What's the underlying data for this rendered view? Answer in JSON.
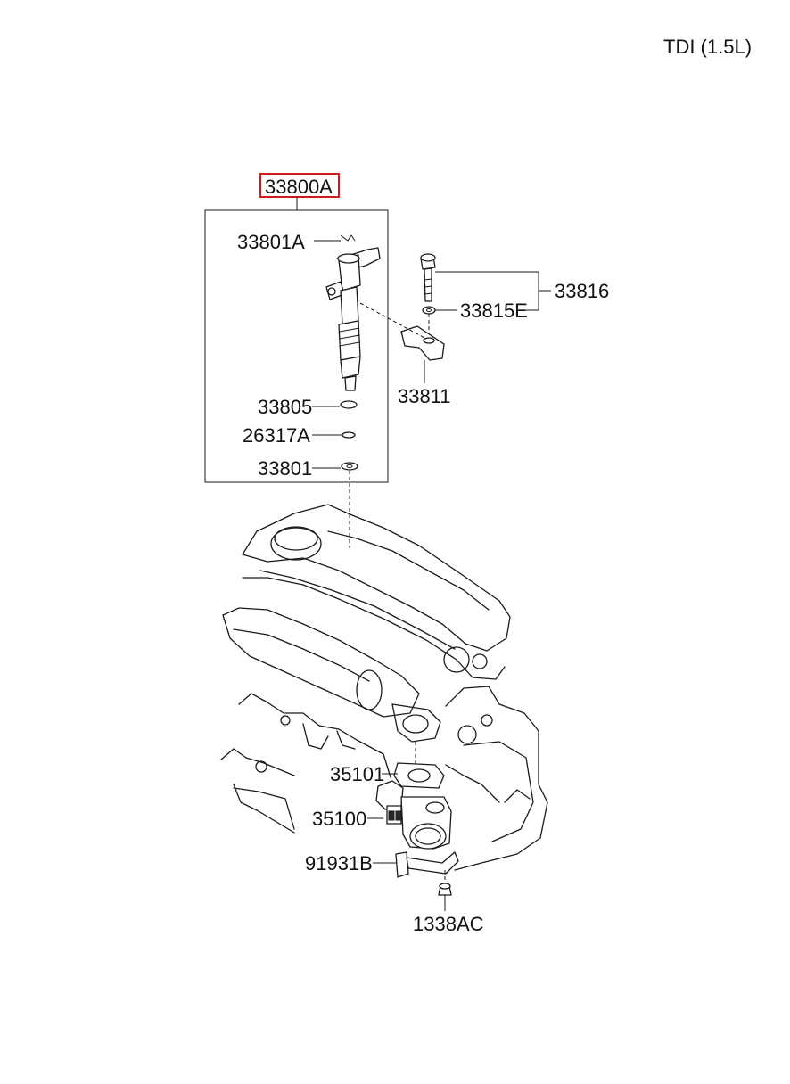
{
  "header": {
    "engine_label": "TDI (1.5L)"
  },
  "highlight_color": "#d11a1a",
  "assembly": {
    "part_number": "33800A"
  },
  "parts": {
    "p33801A": "33801A",
    "p33805": "33805",
    "p26317A": "26317A",
    "p33801": "33801",
    "p33811": "33811",
    "p33815E": "33815E",
    "p33816": "33816",
    "p35101": "35101",
    "p35100": "35100",
    "p91931B": "91931B",
    "p1338AC": "1338AC"
  }
}
